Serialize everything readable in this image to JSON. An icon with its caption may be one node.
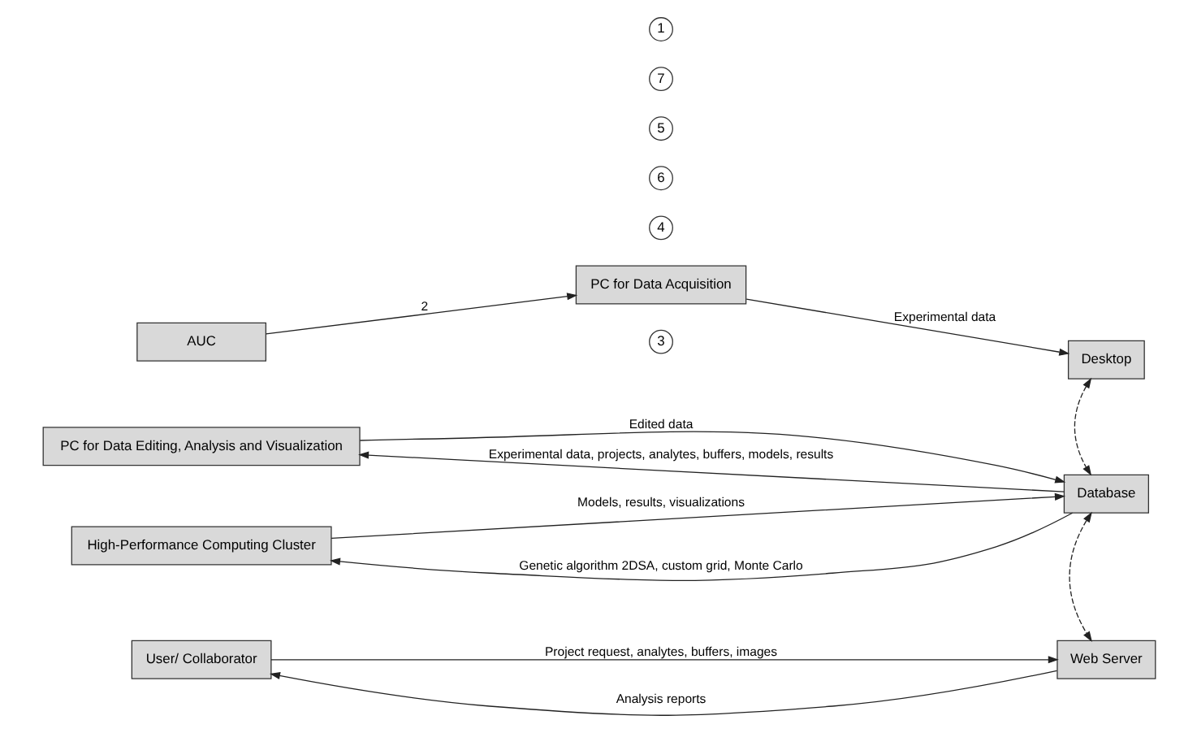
{
  "diagram": {
    "nodes": [
      {
        "text": [
          "AUC"
        ]
      },
      {
        "text": [
          "PC for Data Acquisition"
        ]
      },
      {
        "text": [
          "PC for Data Editing, Analysis and Visualization"
        ]
      },
      {
        "text": [
          "High-Performance Computing Cluster"
        ]
      },
      {
        "text": [
          "User/ Collaborator"
        ]
      },
      {
        "text": [
          "Desktop"
        ]
      },
      {
        "text": [
          "Database"
        ]
      },
      {
        "text": [
          "Web Server"
        ]
      }
    ],
    "edges": [
      {
        "from": 0,
        "to": 1,
        "arrow": "to",
        "label": "2"
      },
      {
        "from": 1,
        "to": 5,
        "arrow": "to",
        "label": "Experimental data"
      },
      {
        "from": 5,
        "to": 6,
        "arrow": "both",
        "style": "dashed"
      },
      {
        "from": 6,
        "to": 7,
        "arrow": "both",
        "style": "dashed"
      },
      {
        "from": 6,
        "to": 2,
        "arrow": "to",
        "label": "Experimental data, projects, analytes, buffers, models, results"
      },
      {
        "from": 2,
        "to": 6,
        "arrow": "to",
        "label": "Edited data"
      },
      {
        "from": 6,
        "to": 3,
        "arrow": "to",
        "label": "Genetic algorithm 2DSA, custom grid, Monte Carlo"
      },
      {
        "from": 3,
        "to": 6,
        "arrow": "to",
        "label": "Models, results, visualizations"
      },
      {
        "from": 7,
        "to": 4,
        "arrow": "to",
        "label": "Analysis reports"
      },
      {
        "from": 4,
        "to": 7,
        "arrow": "to",
        "label": "Project request, analytes, buffers, images"
      }
    ],
    "labels": [
      "3",
      "4",
      "6",
      "5",
      "7",
      "1"
    ]
  }
}
